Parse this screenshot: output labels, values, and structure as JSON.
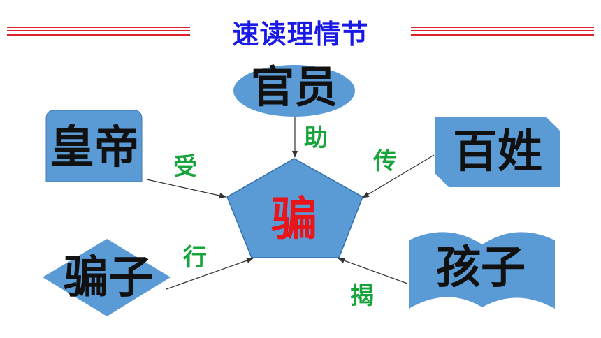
{
  "title": "速读理情节",
  "center": {
    "label": "骗"
  },
  "nodes": {
    "officials": {
      "label": "官员"
    },
    "emperor": {
      "label": "皇帝"
    },
    "people": {
      "label": "百姓"
    },
    "swindlers": {
      "label": "骗子"
    },
    "child": {
      "label": "孩子"
    }
  },
  "edges": {
    "officials": {
      "label": "助"
    },
    "emperor": {
      "label": "受"
    },
    "people": {
      "label": "传"
    },
    "swindlers": {
      "label": "行"
    },
    "child": {
      "label": "揭"
    }
  },
  "colors": {
    "title": "#1a1ae6",
    "shape_fill": "#5b9bd5",
    "center_text": "#e8151b",
    "edge_text": "#17a53b",
    "rule": "#d9252b",
    "node_text": "#111111"
  }
}
